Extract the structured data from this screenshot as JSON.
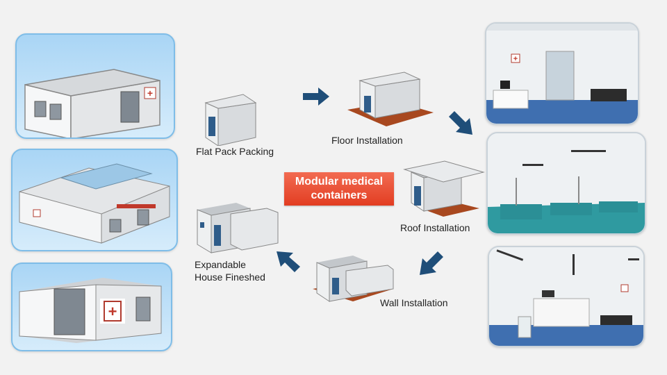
{
  "title": {
    "line1": "Modular medical",
    "line2": "containers"
  },
  "steps": [
    {
      "label": "Flat Pack Packing"
    },
    {
      "label": "Floor Installation"
    },
    {
      "label": "Roof Installation"
    },
    {
      "label": "Wall Installation"
    },
    {
      "label": "Expandable\nHouse Fineshed"
    }
  ],
  "colors": {
    "title_bg": "#e84a2f",
    "arrow": "#1f4e79",
    "panel_border": "#7fbde8",
    "cross_red": "#c0392b"
  }
}
